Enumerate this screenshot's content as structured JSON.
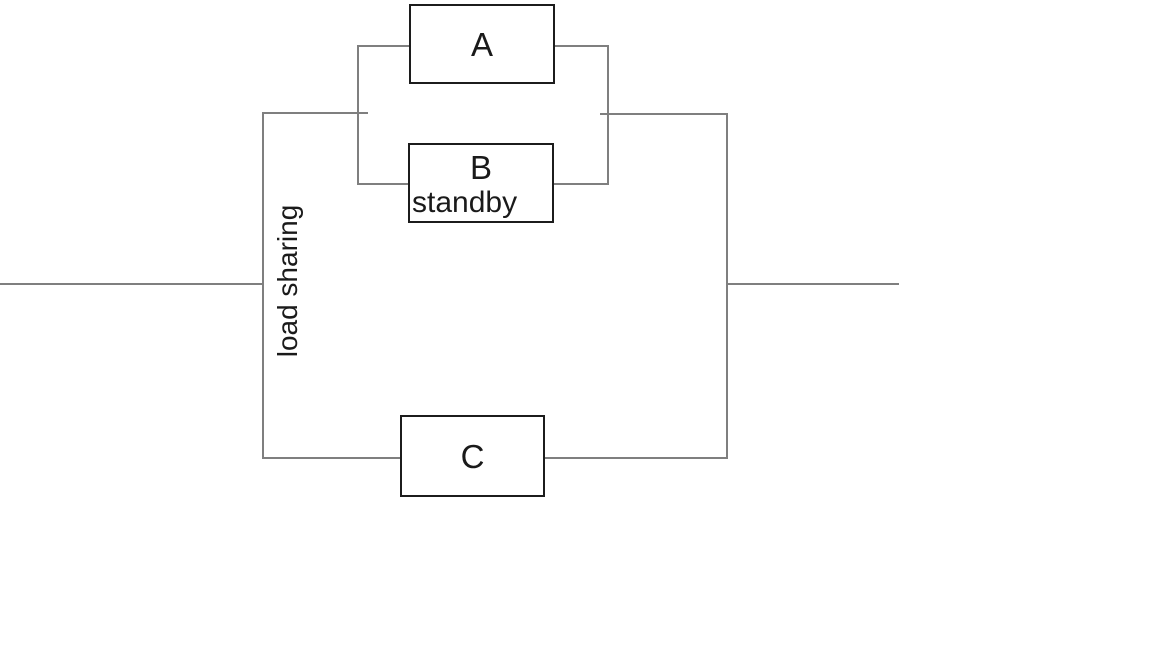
{
  "diagram": {
    "type": "reliability-block-diagram",
    "blocks": {
      "a": {
        "label": "A"
      },
      "b": {
        "label": "B",
        "sublabel": "standby"
      },
      "c": {
        "label": "C"
      }
    },
    "annotations": {
      "load_sharing": "load sharing"
    },
    "colors": {
      "background": "#ffffff",
      "connector_line": "#7f7f7f",
      "block_border": "#1c1c1c",
      "text": "#1a1a1a"
    }
  }
}
